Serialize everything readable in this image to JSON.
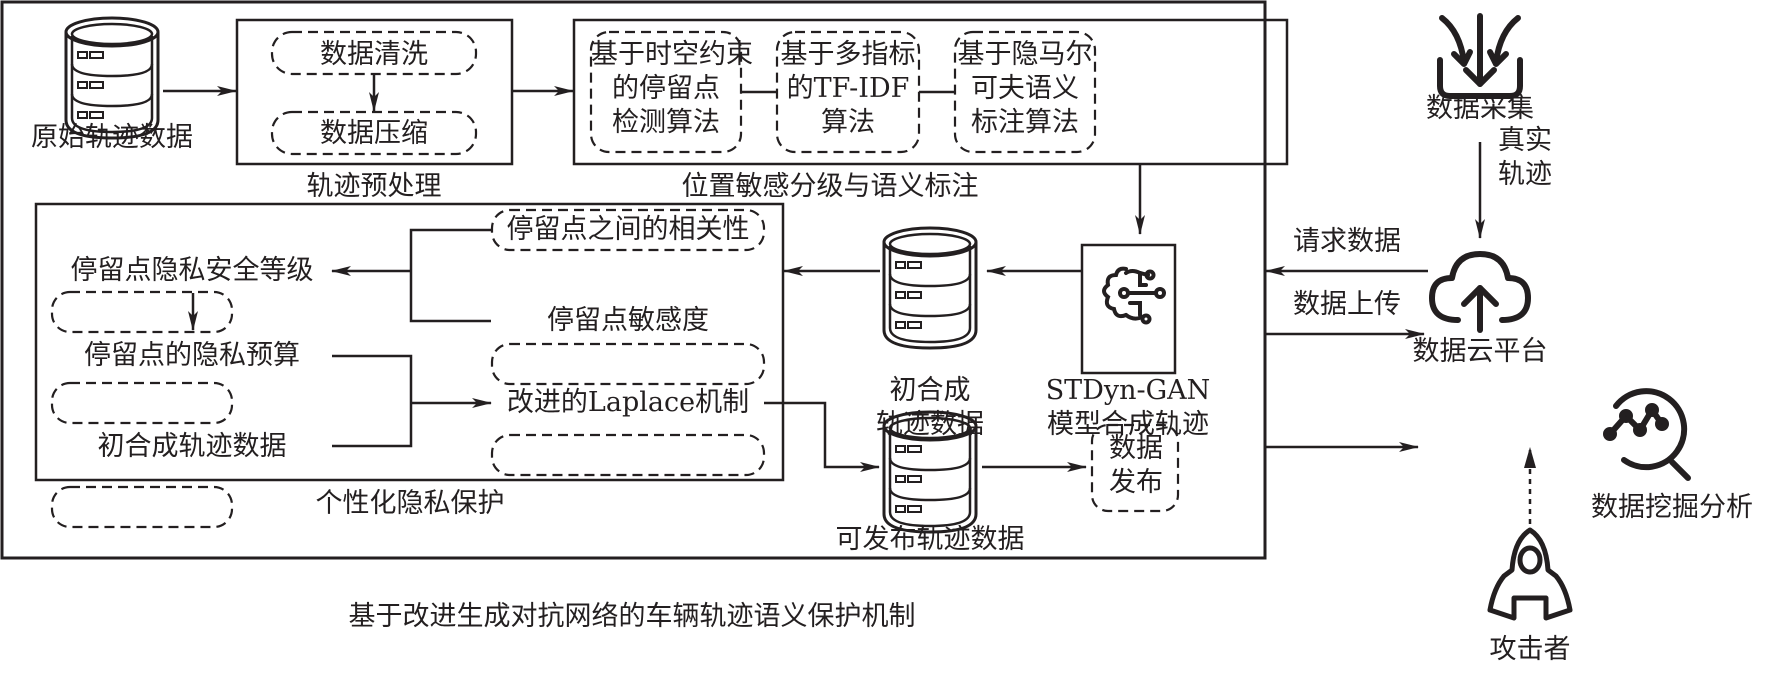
{
  "title": "基于改进生成对抗网络的车辆轨迹语义保护机制",
  "raw_data": {
    "label": "原始轨迹数据",
    "icon": "database-icon"
  },
  "preprocess": {
    "label": "轨迹预处理",
    "steps": [
      "数据清洗",
      "数据压缩"
    ]
  },
  "semantic": {
    "label": "位置敏感分级与语义标注",
    "algorithms": [
      {
        "lines": [
          "基于时空约束",
          "的停留点",
          "检测算法"
        ]
      },
      {
        "lines": [
          "基于多指标",
          "的TF-IDF",
          "算法"
        ]
      },
      {
        "lines": [
          "基于隐马尔",
          "可夫语义",
          "标注算法"
        ]
      }
    ]
  },
  "gan_model": {
    "lines": [
      "STDyn-GAN",
      "模型合成轨迹"
    ],
    "icon": "ai-brain-icon"
  },
  "initial_synthetic": {
    "lines": [
      "初合成",
      "轨迹数据"
    ],
    "icon": "database-icon"
  },
  "privacy": {
    "label": "个性化隐私保护",
    "nodes": {
      "correlation": "停留点之间的相关性",
      "security_level": "停留点隐私安全等级",
      "sensitivity": "停留点敏感度",
      "budget": "停留点的隐私预算",
      "laplace": "改进的Laplace机制",
      "initial_data": "初合成轨迹数据"
    }
  },
  "publishable": {
    "label": "可发布轨迹数据",
    "icon": "database-icon"
  },
  "publish": {
    "lines": [
      "数据",
      "发布"
    ]
  },
  "external": {
    "collection": {
      "label": "数据采集",
      "icon": "download-tray-icon"
    },
    "real_traj": {
      "lines": [
        "真实",
        "轨迹"
      ]
    },
    "request": "请求数据",
    "upload": "数据上传",
    "cloud": {
      "label": "数据云平台",
      "icon": "cloud-upload-icon"
    },
    "mining": {
      "label": "数据挖掘分析",
      "icon": "search-chart-icon"
    },
    "attacker": {
      "label": "攻击者",
      "icon": "hacker-icon"
    }
  }
}
